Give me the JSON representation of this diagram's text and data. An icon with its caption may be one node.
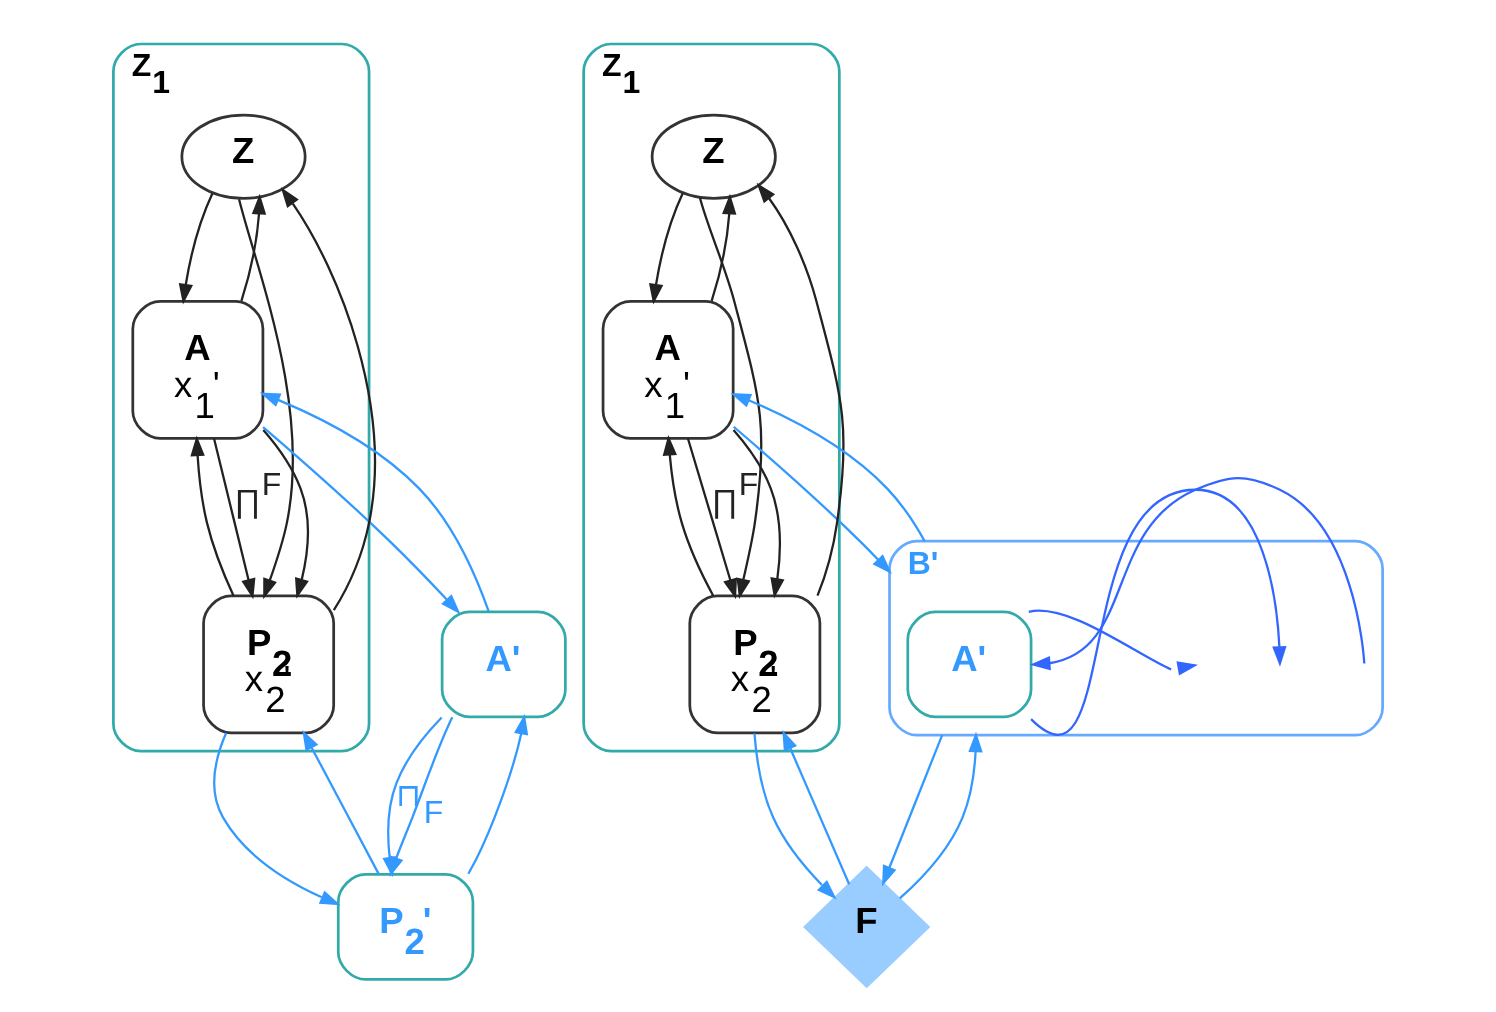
{
  "diagram": {
    "nodes": [
      {
        "text": [
          "Z$_{1}$"
        ]
      },
      {
        "text": [
          "Z"
        ],
        "in": 0
      },
      {
        "text": [
          "A",
          "x$_{1}$'"
        ],
        "in": 0
      },
      {
        "text": [
          "P$_{2}$",
          "x$_{2}$'"
        ],
        "in": 0
      },
      {
        "text": [
          "A'"
        ]
      },
      {
        "text": [
          "P$_{2}$'"
        ]
      },
      {
        "text": [
          "Z$_{1}$"
        ]
      },
      {
        "text": [
          "Z"
        ],
        "in": 6
      },
      {
        "text": [
          "A",
          "x$_{1}$'"
        ],
        "in": 6
      },
      {
        "text": [
          "P$_{2}$",
          "x$_{2}$'"
        ],
        "in": 6
      },
      {
        "text": [
          "B'"
        ]
      },
      {
        "text": [
          "A'"
        ],
        "in": 10
      },
      {
        "text": [
          "F"
        ]
      }
    ],
    "edges": [
      {
        "from": 1,
        "to": 2,
        "arrow": "to",
        "color": "#222222"
      },
      {
        "from": 2,
        "to": 1,
        "arrow": "to",
        "color": "#222222"
      },
      {
        "from": 1,
        "to": 3,
        "arrow": "to",
        "color": "#222222"
      },
      {
        "from": 3,
        "to": 1,
        "arrow": "to",
        "color": "#222222"
      },
      {
        "from": 2,
        "to": 3,
        "arrow": "to",
        "label": "∏$^{F}$",
        "color": "#222222"
      },
      {
        "from": 3,
        "to": 2,
        "arrow": "to",
        "color": "#222222"
      },
      {
        "from": 2,
        "to": 3,
        "arrow": "to",
        "color": "#222222"
      },
      {
        "from": 2,
        "to": 4,
        "arrow": "to",
        "color": "#3399ff"
      },
      {
        "from": 4,
        "to": 2,
        "arrow": "to",
        "color": "#3399ff"
      },
      {
        "from": 3,
        "to": 5,
        "arrow": "to",
        "color": "#3399ff"
      },
      {
        "from": 5,
        "to": 3,
        "arrow": "to",
        "color": "#3399ff"
      },
      {
        "from": 4,
        "to": 5,
        "arrow": "to",
        "label": "⊓$_{F}$",
        "color": "#3399ff"
      },
      {
        "from": 5,
        "to": 4,
        "arrow": "to",
        "color": "#3399ff"
      },
      {
        "from": 4,
        "to": 5,
        "arrow": "to",
        "color": "#3399ff"
      },
      {
        "from": 7,
        "to": 8,
        "arrow": "to",
        "color": "#222222"
      },
      {
        "from": 8,
        "to": 7,
        "arrow": "to",
        "color": "#222222"
      },
      {
        "from": 7,
        "to": 9,
        "arrow": "to",
        "color": "#222222"
      },
      {
        "from": 9,
        "to": 7,
        "arrow": "to",
        "color": "#222222"
      },
      {
        "from": 8,
        "to": 9,
        "arrow": "to",
        "label": "∏$^{F}$",
        "color": "#222222"
      },
      {
        "from": 9,
        "to": 8,
        "arrow": "to",
        "color": "#222222"
      },
      {
        "from": 8,
        "to": 9,
        "arrow": "to",
        "color": "#222222"
      },
      {
        "from": 8,
        "to": 10,
        "arrow": "to",
        "color": "#3399ff"
      },
      {
        "from": 10,
        "to": 8,
        "arrow": "to",
        "color": "#3399ff"
      },
      {
        "from": 10,
        "to": 12,
        "arrow": "to",
        "color": "#3399ff"
      },
      {
        "from": 12,
        "to": 10,
        "arrow": "to",
        "color": "#3399ff"
      },
      {
        "from": 9,
        "to": 12,
        "arrow": "to",
        "color": "#3399ff"
      },
      {
        "from": 12,
        "to": 9,
        "arrow": "to",
        "color": "#3399ff"
      },
      {
        "from": 11,
        "to": null,
        "arrow": "to",
        "color": "#3366ff"
      },
      {
        "from": null,
        "to": 11,
        "arrow": "to",
        "color": "#3366ff"
      },
      {
        "from": 11,
        "to": null,
        "arrow": "to",
        "color": "#3366ff"
      }
    ]
  }
}
